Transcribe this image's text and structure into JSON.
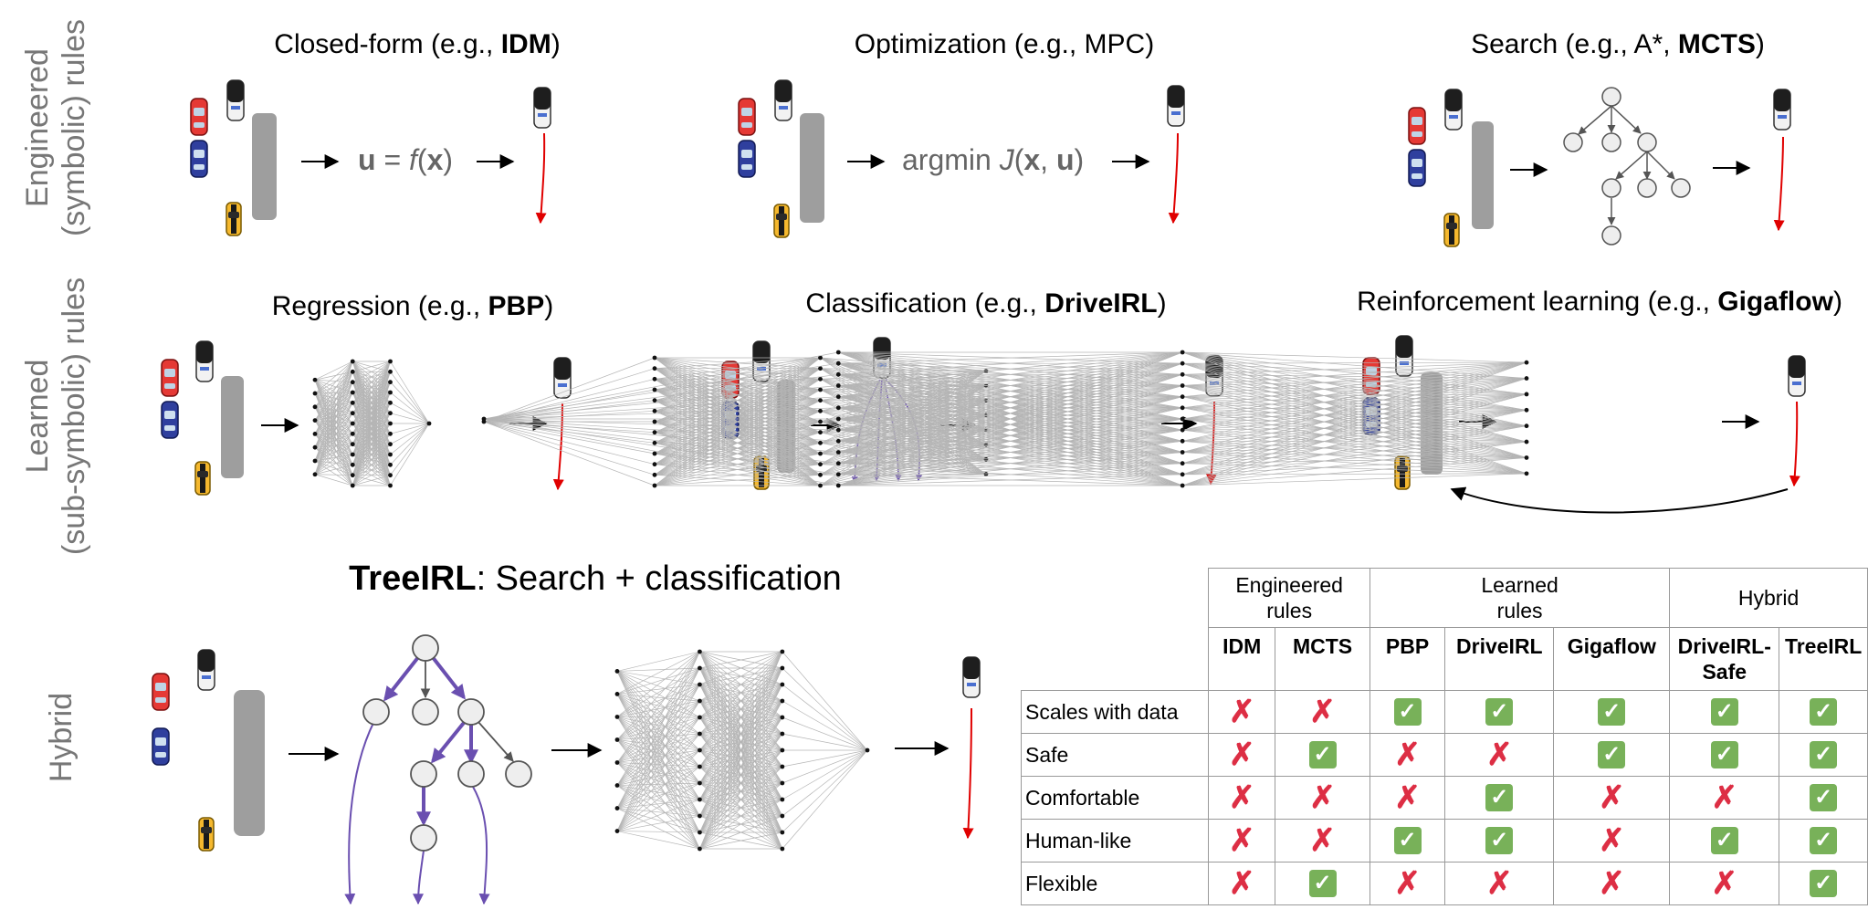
{
  "row_labels": {
    "engineered_line1": "Engineered",
    "engineered_line2": "(symbolic) rules",
    "learned_line1": "Learned",
    "learned_line2": "(sub-symbolic) rules",
    "hybrid": "Hybrid"
  },
  "panels": {
    "closed_form": {
      "pre": "Closed-form (e.g., ",
      "bold": "IDM",
      "post": ")"
    },
    "optimization": {
      "pre": "Optimization (e.g., MPC)"
    },
    "search": {
      "pre": "Search (e.g., A*, ",
      "bold": "MCTS",
      "post": ")"
    },
    "regression": {
      "pre": "Regression (e.g., ",
      "bold": "PBP",
      "post": ")"
    },
    "classification": {
      "pre": "Classification (e.g., ",
      "bold": "DriveIRL",
      "post": ")"
    },
    "rl": {
      "pre": "Reinforcement learning (e.g., ",
      "bold": "Gigaflow",
      "post": ")"
    }
  },
  "formulas": {
    "closed_form": {
      "u": "u",
      "eq": " = ",
      "f": "f",
      "open": "(",
      "x": "x",
      "close": ")"
    },
    "optimization": {
      "argmin": "argmin ",
      "J": "J",
      "open": "(",
      "x": "x",
      "comma": ", ",
      "u": "u",
      "close": ")"
    }
  },
  "tree_irl": {
    "bold": "TreeIRL",
    "rest": ": Search + classification"
  },
  "colors": {
    "trajectory": "#e00000",
    "tree_arrow": "#6a4fb0",
    "wall": "#9e9e9e",
    "node_stroke": "#555555"
  },
  "table": {
    "groups": [
      {
        "line1": "Engineered",
        "line2": "rules"
      },
      {
        "line1": "Learned",
        "line2": "rules"
      },
      {
        "line1": "Hybrid",
        "line2": ""
      }
    ],
    "headers": [
      {
        "line1": "IDM",
        "line2": ""
      },
      {
        "line1": "MCTS",
        "line2": ""
      },
      {
        "line1": "PBP",
        "line2": ""
      },
      {
        "line1": "DriveIRL",
        "line2": ""
      },
      {
        "line1": "Gigaflow",
        "line2": ""
      },
      {
        "line1": "DriveIRL-",
        "line2": "Safe"
      },
      {
        "line1": "TreeIRL",
        "line2": ""
      }
    ],
    "rows": [
      {
        "criterion": "Scales with data",
        "values": [
          false,
          false,
          true,
          true,
          true,
          true,
          true
        ]
      },
      {
        "criterion": "Safe",
        "values": [
          false,
          true,
          false,
          false,
          true,
          true,
          true
        ]
      },
      {
        "criterion": "Comfortable",
        "values": [
          false,
          false,
          false,
          true,
          false,
          false,
          true
        ]
      },
      {
        "criterion": "Human-like",
        "values": [
          false,
          false,
          true,
          true,
          false,
          true,
          true
        ]
      },
      {
        "criterion": "Flexible",
        "values": [
          false,
          true,
          false,
          false,
          false,
          false,
          true
        ]
      }
    ],
    "yes_symbol": "✓",
    "no_symbol": "✗"
  }
}
